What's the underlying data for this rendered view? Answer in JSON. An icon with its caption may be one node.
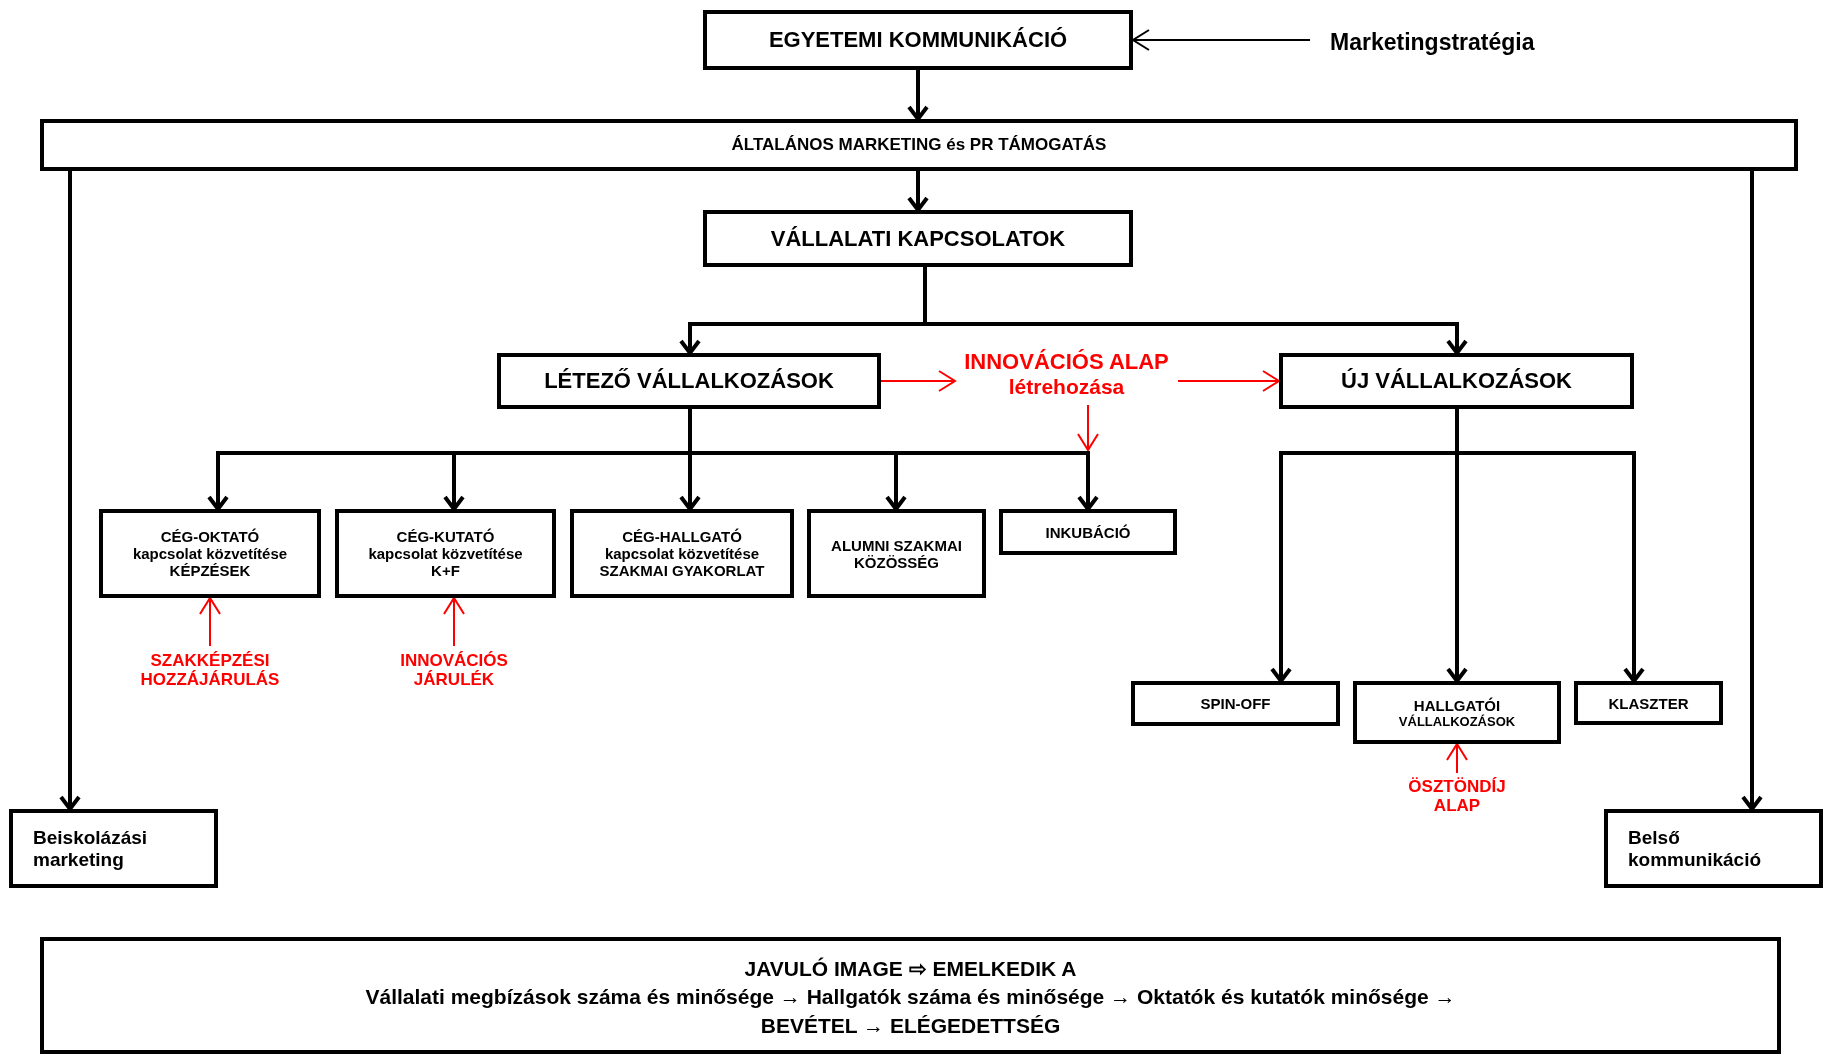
{
  "diagram": {
    "nodes": [
      {
        "text": [
          "EGYETEMI KOMMUNIKÁCIÓ"
        ]
      },
      {
        "text": [
          "Marketingstratégia"
        ]
      },
      {
        "text": [
          "ÁLTALÁNOS MARKETING és PR TÁMOGATÁS"
        ]
      },
      {
        "text": [
          "VÁLLALATI KAPCSOLATOK"
        ]
      },
      {
        "text": [
          "LÉTEZŐ VÁLLALKOZÁSOK"
        ]
      },
      {
        "text": [
          "INNOVÁCIÓS ALAP",
          "létrehozása"
        ]
      },
      {
        "text": [
          "ÚJ VÁLLALKOZÁSOK"
        ]
      },
      {
        "text": [
          "CÉG-OKTATÓ",
          "kapcsolat közvetítése",
          "KÉPZÉSEK"
        ]
      },
      {
        "text": [
          "CÉG-KUTATÓ",
          "kapcsolat közvetítése",
          "K+F"
        ]
      },
      {
        "text": [
          "CÉG-HALLGATÓ",
          "kapcsolat közvetítése",
          "SZAKMAI GYAKORLAT"
        ]
      },
      {
        "text": [
          "ALUMNI SZAKMAI KÖZÖSSÉG"
        ]
      },
      {
        "text": [
          "INKUBÁCIÓ"
        ]
      },
      {
        "text": [
          "SZAKKÉPZÉSI HOZZÁJÁRULÁS"
        ]
      },
      {
        "text": [
          "INNOVÁCIÓS JÁRULÉK"
        ]
      },
      {
        "text": [
          "SPIN-OFF"
        ]
      },
      {
        "text": [
          "HALLGATÓI",
          "VÁLLALKOZÁSOK"
        ]
      },
      {
        "text": [
          "KLASZTER"
        ]
      },
      {
        "text": [
          "ÖSZTÖNDÍJ ALAP"
        ]
      },
      {
        "text": [
          "Beiskolázási marketing"
        ]
      },
      {
        "text": [
          "Belső kommunikáció"
        ]
      },
      {
        "text": [
          "JAVULÓ IMAGE ⇨ EMELKEDIK A",
          "Vállalati megbízások száma és minősége → Hallgatók száma és minősége → Oktatók és kutatók minősége → BEVÉTEL → ELÉGEDETTSÉG"
        ]
      }
    ],
    "edges": [
      {
        "from": 1,
        "to": 0,
        "arrow": "to"
      },
      {
        "from": 0,
        "to": 2,
        "arrow": "to"
      },
      {
        "from": 2,
        "to": 3,
        "arrow": "to"
      },
      {
        "from": 3,
        "to": 4,
        "arrow": "to"
      },
      {
        "from": 3,
        "to": 6,
        "arrow": "to"
      },
      {
        "from": 4,
        "to": 5,
        "arrow": "to",
        "color": "#ff0000"
      },
      {
        "from": 5,
        "to": 6,
        "arrow": "to",
        "color": "#ff0000"
      },
      {
        "from": 5,
        "to": null,
        "arrow": "to",
        "color": "#ff0000"
      },
      {
        "from": 4,
        "to": 7,
        "arrow": "to"
      },
      {
        "from": 4,
        "to": 8,
        "arrow": "to"
      },
      {
        "from": 4,
        "to": 9,
        "arrow": "to"
      },
      {
        "from": 4,
        "to": 10,
        "arrow": "to"
      },
      {
        "from": 4,
        "to": 11,
        "arrow": "to"
      },
      {
        "from": 12,
        "to": 7,
        "arrow": "to",
        "color": "#ff0000"
      },
      {
        "from": 13,
        "to": 8,
        "arrow": "to",
        "color": "#ff0000"
      },
      {
        "from": 6,
        "to": 14,
        "arrow": "to"
      },
      {
        "from": 6,
        "to": 15,
        "arrow": "to"
      },
      {
        "from": 6,
        "to": 16,
        "arrow": "to"
      },
      {
        "from": 17,
        "to": 15,
        "arrow": "to",
        "color": "#ff0000"
      },
      {
        "from": 2,
        "to": 18,
        "arrow": "to"
      },
      {
        "from": 2,
        "to": 19,
        "arrow": "to"
      }
    ]
  }
}
